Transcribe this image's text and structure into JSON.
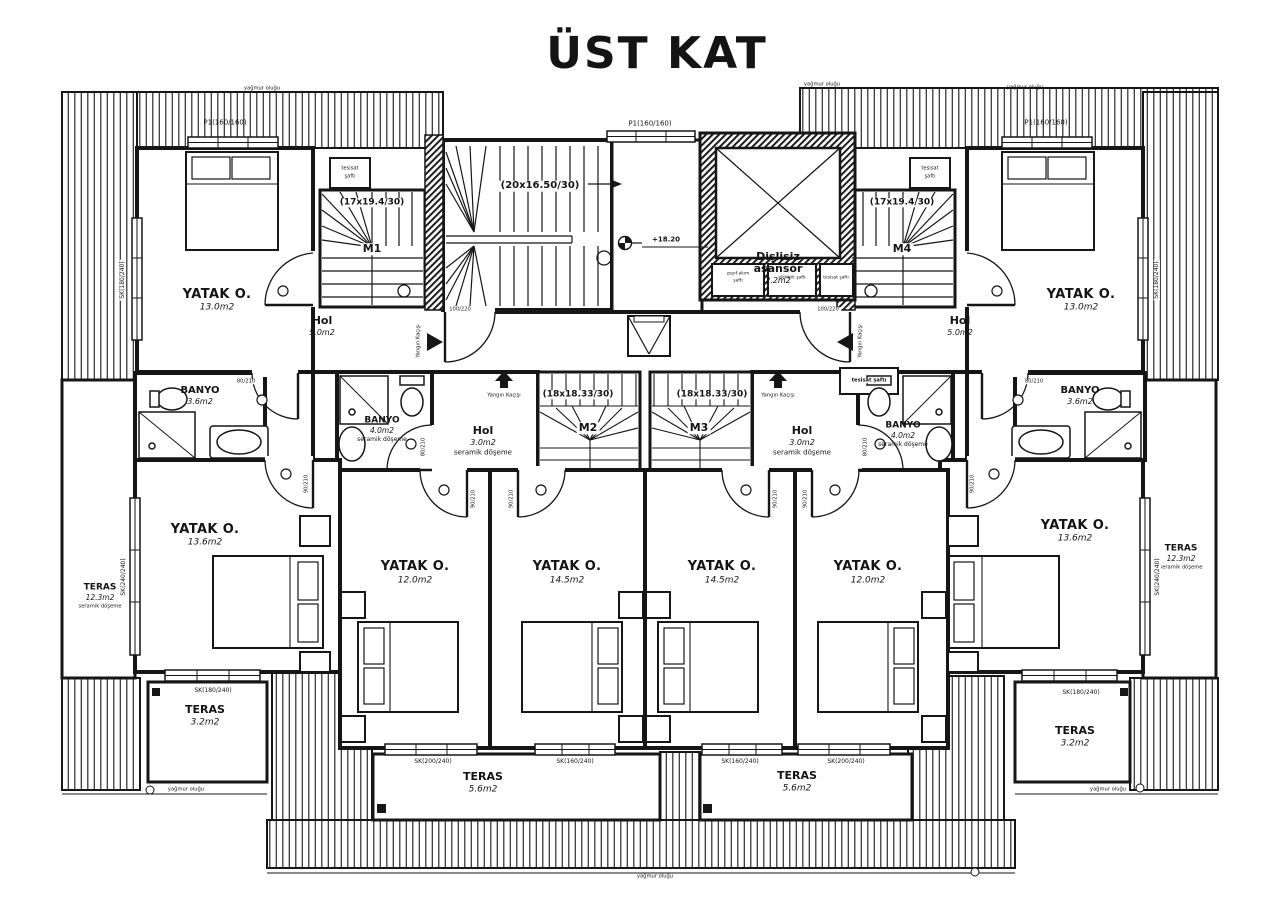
{
  "title": "ÜST KAT",
  "strings": {
    "bedroom": "YATAK O.",
    "bath": "BANYO",
    "hall": "Hol",
    "terrace": "TERAS",
    "ceramic": "seramik döşeme",
    "fire_escape": "Yangın Kaçışı",
    "rain_gutter": "yağmur oluğu",
    "elev1": "Dişlisiz",
    "elev2": "asansör",
    "elev_area": "2.2m2",
    "shaft_weak1": "zayıf akım",
    "shaft_weak2": "şaftı",
    "shaft_electric": "elektrik şaftı",
    "shaft_plumb": "tesisat şaftı",
    "shaft_plumb1": "tesisat",
    "shaft_plumb2": "şaftı",
    "level": "+18.20"
  },
  "areas": {
    "bed13_0": "13.0m2",
    "bed13_6": "13.6m2",
    "bed12_0": "12.0m2",
    "bed14_5": "14.5m2",
    "bath3_6": "3.6m2",
    "bath4_0": "4.0m2",
    "hall5_0": "5.0m2",
    "hall3_0": "3.0m2",
    "ter12_3": "12.3m2",
    "ter3_2": "3.2m2",
    "ter5_6": "5.6m2"
  },
  "stairs": {
    "main": "(20x16.50/30)",
    "side": "(17x19.4/30)",
    "inner": "(18x18.33/30)",
    "m1": "M1",
    "m2": "M2",
    "m3": "M3",
    "m4": "M4"
  },
  "openings": {
    "p1": "P1(160/160)",
    "sk180": "SK(180/240)",
    "sk200": "SK(200/240)",
    "sk160": "SK(160/240)",
    "sk240": "SK(240/240)",
    "entry": "100/220",
    "room": "90/210",
    "bath": "80/210"
  },
  "colors": {
    "ink": "#161616",
    "paper": "#ffffff"
  }
}
